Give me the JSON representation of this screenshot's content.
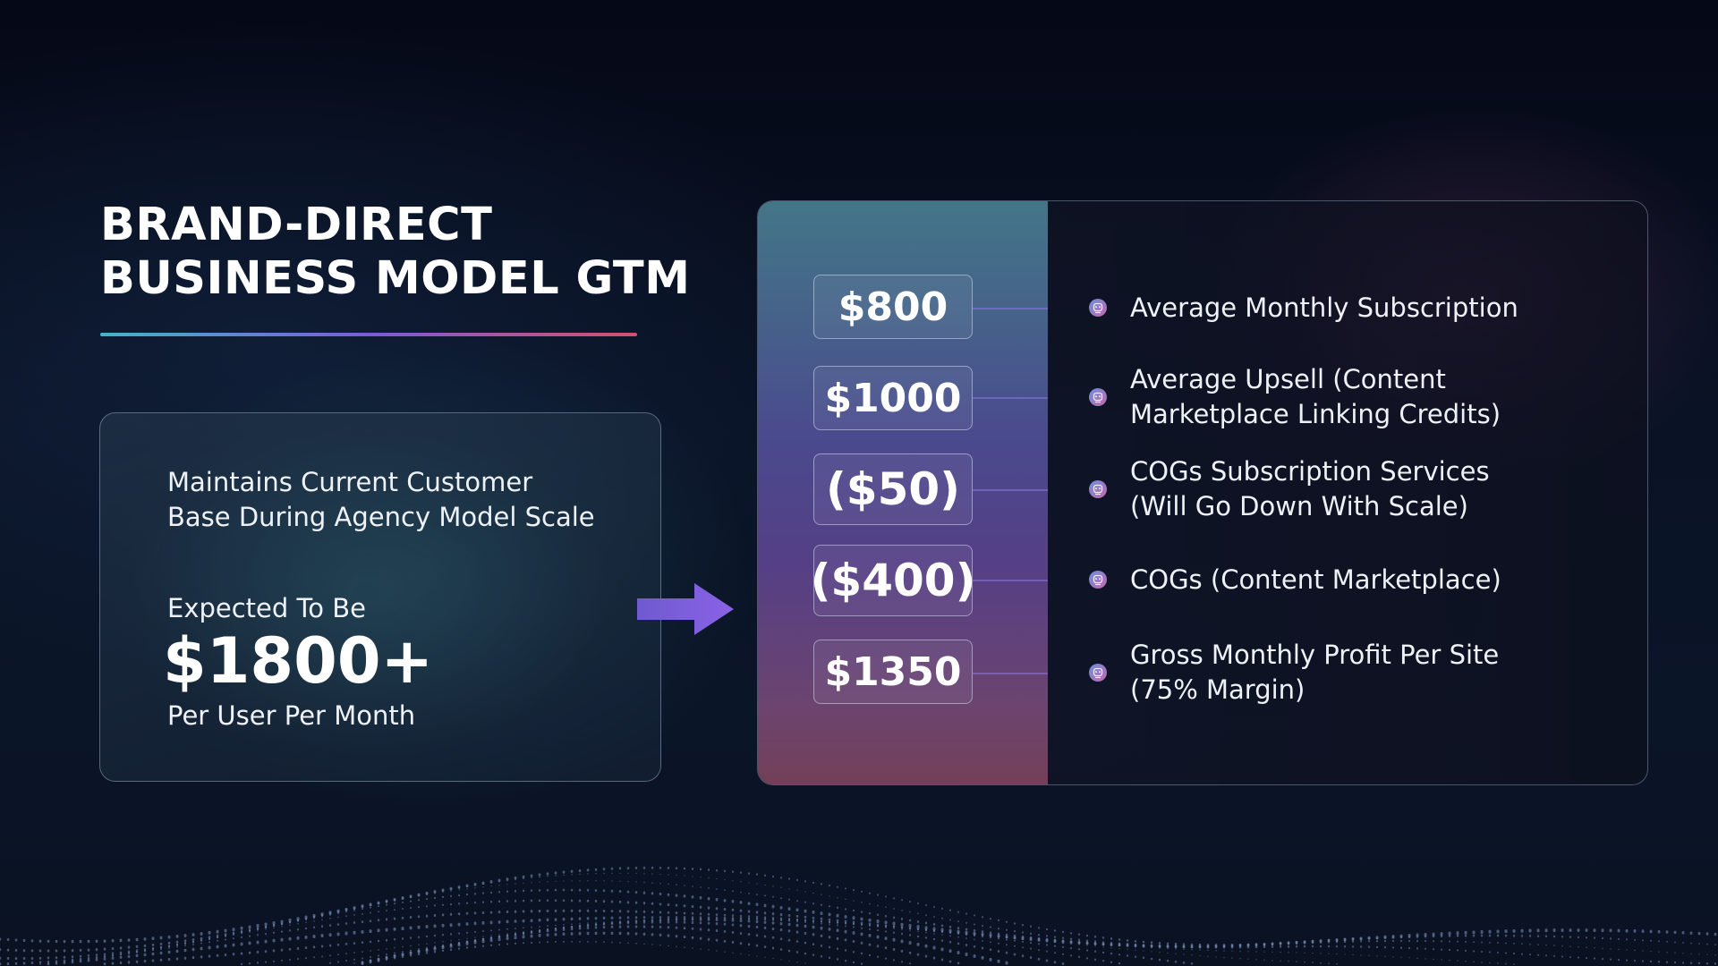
{
  "slide": {
    "title_lines": [
      "BRAND-DIRECT",
      "BUSINESS MODEL GTM"
    ],
    "accent_gradient": [
      "#43b4c8",
      "#7a5bd6",
      "#d6506c"
    ]
  },
  "left_card": {
    "description_lines": [
      "Maintains Current Customer",
      "Base During Agency Model Scale"
    ],
    "expected_label": "Expected To Be",
    "value": "$1800+",
    "unit": "Per User Per Month"
  },
  "breakdown": {
    "items": [
      {
        "value": "$800",
        "label_lines": [
          "Average Monthly Subscription"
        ]
      },
      {
        "value": "$1000",
        "label_lines": [
          "Average Upsell (Content",
          "Marketplace Linking Credits)"
        ]
      },
      {
        "value": "($50)",
        "label_lines": [
          "COGs Subscription Services",
          "(Will Go Down With Scale)"
        ]
      },
      {
        "value": "($400)",
        "label_lines": [
          "COGs (Content Marketplace)"
        ]
      },
      {
        "value": "$1350",
        "label_lines": [
          "Gross Monthly Profit Per Site",
          "(75% Margin)"
        ]
      }
    ],
    "bullet_icon": "robot-face-icon"
  },
  "arrow_icon": "arrow-right-icon"
}
